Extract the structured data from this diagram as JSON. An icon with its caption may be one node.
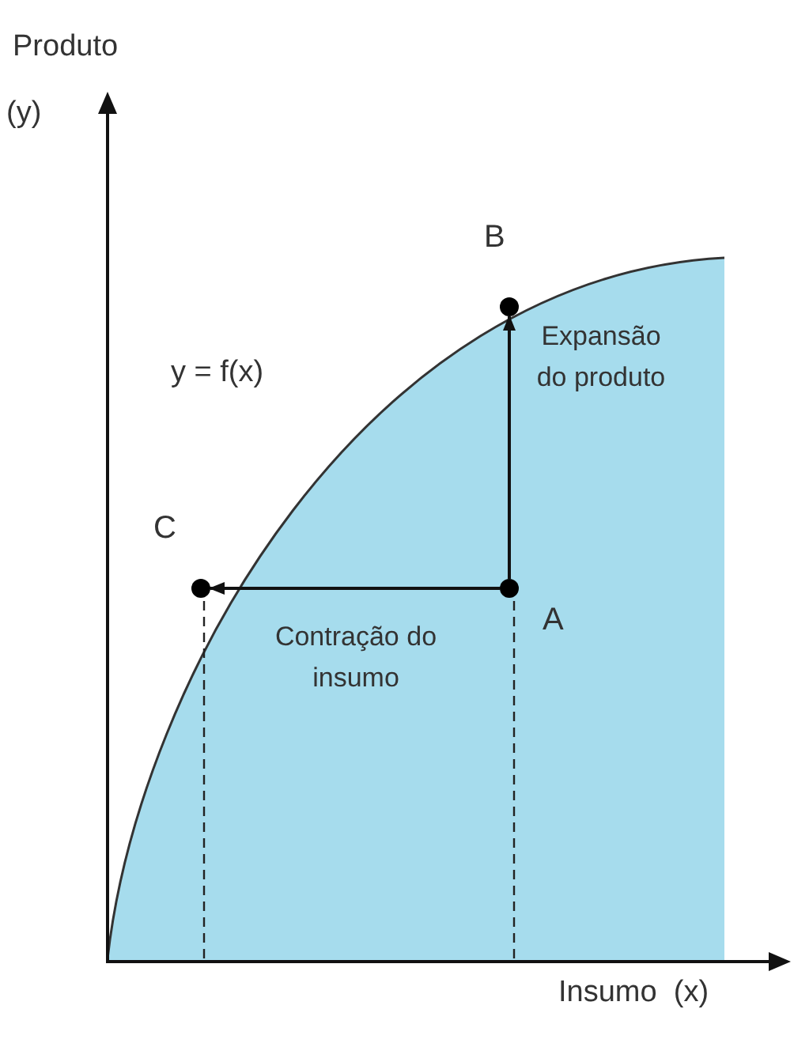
{
  "diagram": {
    "nodes": [
      {
        "text": [],
        "shape": "circle",
        "beside": [
          "A"
        ]
      },
      {
        "text": [],
        "shape": "circle",
        "beside": [
          "B"
        ]
      },
      {
        "text": [],
        "shape": "circle",
        "beside": [
          "C"
        ]
      }
    ],
    "edges": [
      {
        "from": 0,
        "to": 1,
        "arrow": "to",
        "label": "Expansão do produto"
      },
      {
        "from": 0,
        "to": 2,
        "arrow": "to",
        "label": "Contração do insumo"
      }
    ],
    "labels": [
      "Produto",
      "(y)",
      "y = f(x)",
      "Insumo  (x)"
    ]
  }
}
